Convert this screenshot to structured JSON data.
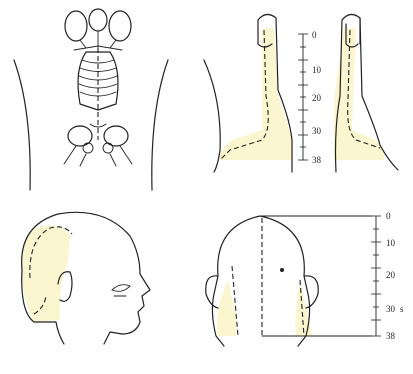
{
  "figure": {
    "panels": [
      {
        "name": "skeleton-front-view"
      },
      {
        "name": "hands-dorsal-view"
      },
      {
        "name": "head-side-view"
      },
      {
        "name": "head-back-view"
      }
    ]
  },
  "scales": {
    "hands": {
      "ticks": [
        "0",
        "10",
        "20",
        "30",
        "38"
      ]
    },
    "head": {
      "ticks": [
        "0",
        "10",
        "20",
        "30",
        "38"
      ],
      "unit": "s"
    }
  },
  "colors": {
    "line": "#222222",
    "highlight": "#fbf6cf",
    "background": "#ffffff"
  }
}
